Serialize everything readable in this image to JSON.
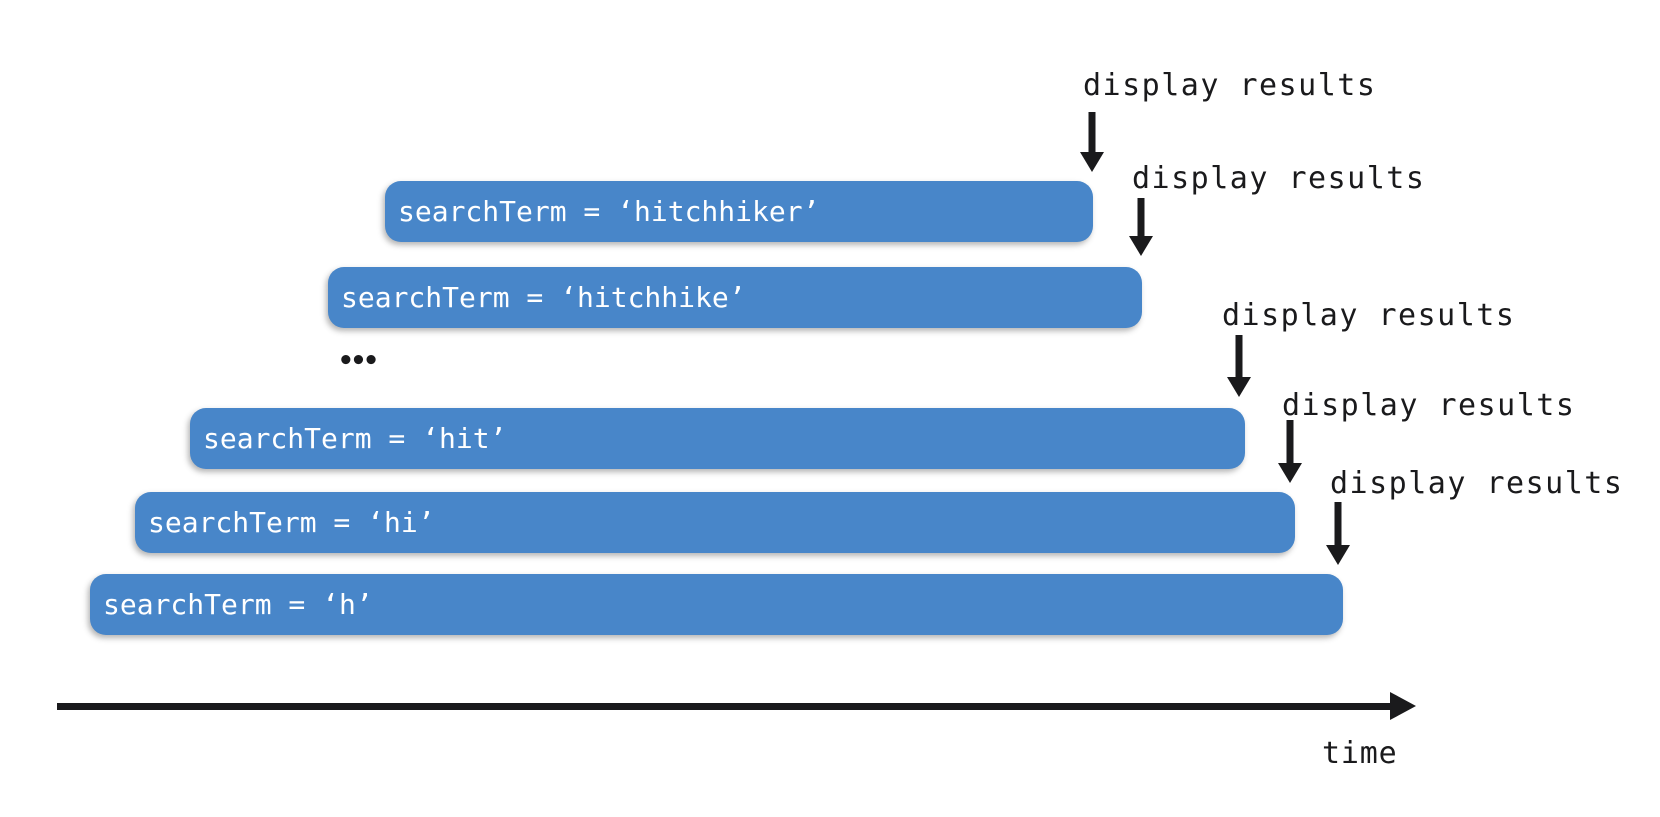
{
  "diagram": {
    "description": "Timeline diagram of search requests racing: each keystroke’s searchTerm request runs until its results display",
    "colors": {
      "bar_fill": "#4886C9",
      "bar_text": "#FFFFFF",
      "annotation_text": "#1A1A1C",
      "background": "#FFFFFF"
    },
    "bars": [
      {
        "label": "searchTerm = ‘hitchhiker’"
      },
      {
        "label": "searchTerm = ‘hitchhike’"
      },
      {
        "label": "searchTerm = ‘hit’"
      },
      {
        "label": "searchTerm = ‘hi’"
      },
      {
        "label": "searchTerm = ‘h’"
      }
    ],
    "annotations": [
      {
        "label": "display results"
      },
      {
        "label": "display results"
      },
      {
        "label": "display results"
      },
      {
        "label": "display results"
      },
      {
        "label": "display results"
      }
    ],
    "ellipsis": "•••",
    "axis": {
      "label": "time"
    }
  }
}
